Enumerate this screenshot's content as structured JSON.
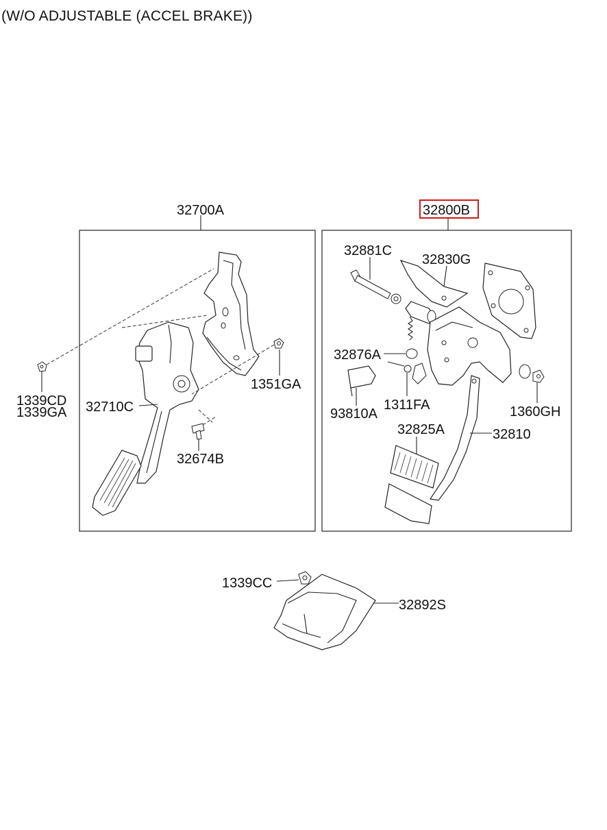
{
  "title": "(W/O ADJUSTABLE (ACCEL BRAKE))",
  "labels": {
    "accel_assembly": "32700A",
    "brake_assembly": "32800B",
    "p1339CD": "1339CD",
    "p1339GA": "1339GA",
    "p32710C": "32710C",
    "p1351GA": "1351GA",
    "p32674B": "32674B",
    "p32881C": "32881C",
    "p32830G": "32830G",
    "p32876A": "32876A",
    "p93810A": "93810A",
    "p1311FA": "1311FA",
    "p1360GH": "1360GH",
    "p32825A": "32825A",
    "p32810": "32810",
    "p1339CC": "1339CC",
    "p32892S": "32892S"
  },
  "colors": {
    "highlight": "#d11a1a",
    "line": "#222222"
  }
}
